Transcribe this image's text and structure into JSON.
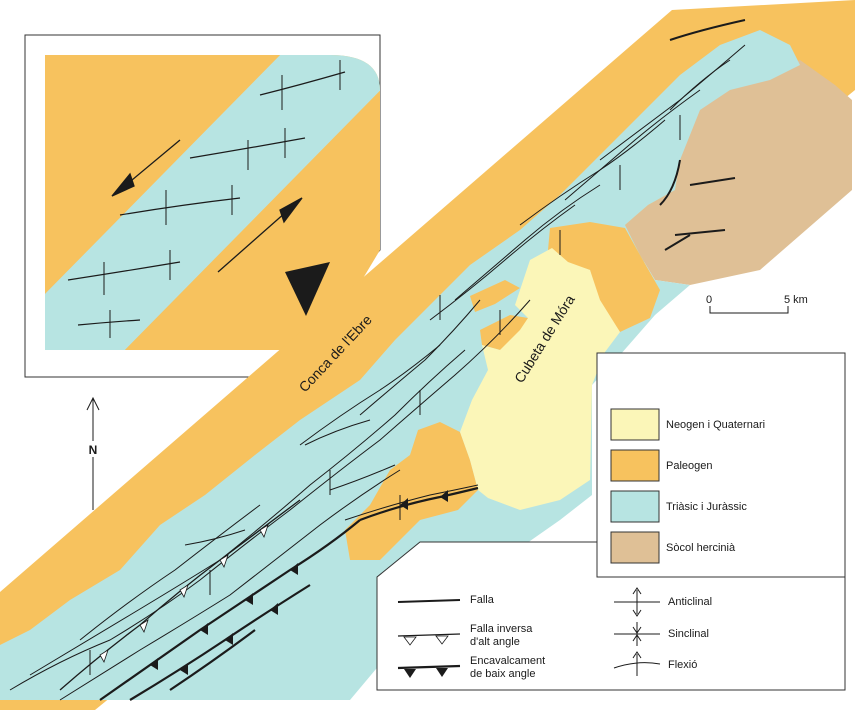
{
  "colors": {
    "neogen": "#fbf6b8",
    "paleogen": "#f7c25e",
    "triassic": "#b7e4e2",
    "socol": "#dfc096",
    "line": "#1b1b1b"
  },
  "places": {
    "conca": "Conca de l'Ebre",
    "cubeta": "Cubeta de Móra"
  },
  "north_label": "N",
  "scale": {
    "start": "0",
    "end": "5 km"
  },
  "units_legend": [
    {
      "label": "Neogen i Quaternari",
      "color_key": "neogen"
    },
    {
      "label": "Paleogen",
      "color_key": "paleogen"
    },
    {
      "label": "Triàsic i Juràssic",
      "color_key": "triassic"
    },
    {
      "label": "Sòcol hercinià",
      "color_key": "socol"
    }
  ],
  "structure_legend": {
    "falla": "Falla",
    "falla_inversa_1": "Falla inversa",
    "falla_inversa_2": "d'alt angle",
    "encavalcament_1": "Encavalcament",
    "encavalcament_2": "de baix angle",
    "anticlinal": "Anticlinal",
    "sinclinal": "Sinclinal",
    "flexio": "Flexió"
  }
}
